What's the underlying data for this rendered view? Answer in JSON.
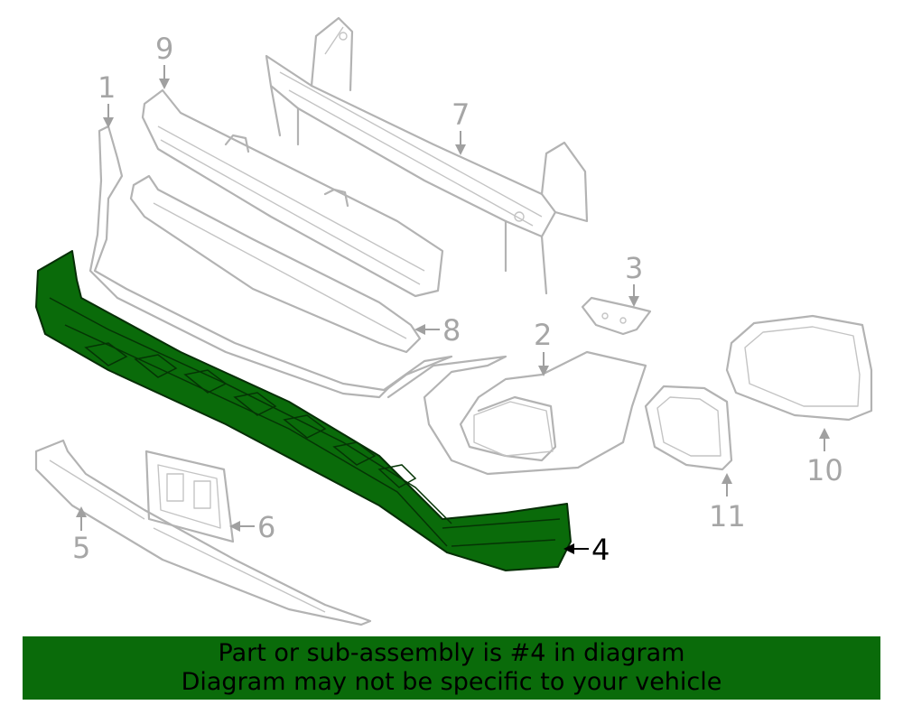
{
  "diagram": {
    "callouts": [
      {
        "id": "1",
        "label": "1"
      },
      {
        "id": "2",
        "label": "2"
      },
      {
        "id": "3",
        "label": "3"
      },
      {
        "id": "4",
        "label": "4",
        "highlighted": true
      },
      {
        "id": "5",
        "label": "5"
      },
      {
        "id": "6",
        "label": "6"
      },
      {
        "id": "7",
        "label": "7"
      },
      {
        "id": "8",
        "label": "8"
      },
      {
        "id": "9",
        "label": "9"
      },
      {
        "id": "10",
        "label": "10"
      },
      {
        "id": "11",
        "label": "11"
      }
    ],
    "highlight_color": "#0a6b0a",
    "line_color": "#b3b3b3"
  },
  "banner": {
    "line1": "Part or sub-assembly is #4 in diagram",
    "line2": "Diagram may not be specific to your vehicle",
    "background": "#0a6b0a"
  }
}
